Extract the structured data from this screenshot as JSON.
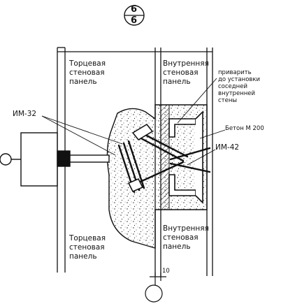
{
  "section_mark": {
    "top": "6",
    "bottom": "6"
  },
  "labels": {
    "end_panel_top": [
      "Торцевая",
      "стеновая",
      "панель"
    ],
    "inner_panel_top": [
      "Внутренняя",
      "стеновая",
      "панель"
    ],
    "weld_note": [
      "приварить",
      "до установки",
      "соседней",
      "внутренней",
      "стены"
    ],
    "concrete": "Бетон М 200",
    "im32": "ИМ-32",
    "im42": "ИМ-42",
    "end_panel_bottom": [
      "Торцевая",
      "стеновая",
      "панель"
    ],
    "inner_panel_bottom": [
      "Внутренняя",
      "стеновая",
      "панель"
    ],
    "dim_10": "10"
  },
  "colors": {
    "ink": "#111111",
    "fill": "#ffffff"
  }
}
